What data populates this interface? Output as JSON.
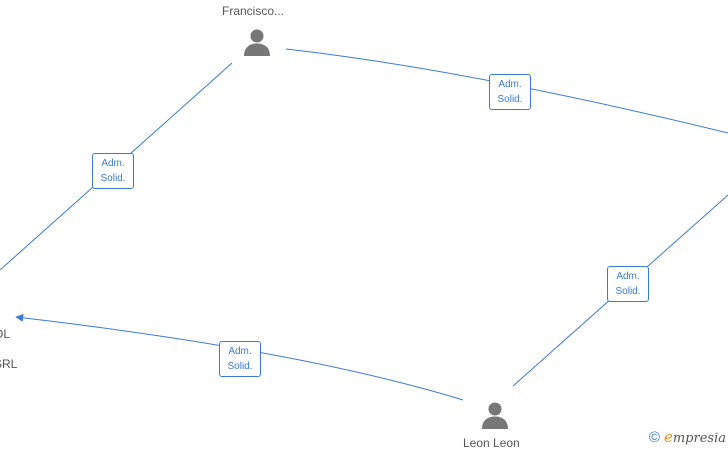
{
  "nodes": {
    "francisco": {
      "label": "Francisco...",
      "kind": "person"
    },
    "leon": {
      "label": "Leon Leon",
      "kind": "person"
    },
    "company_left": {
      "label_line1": "OL",
      "label_line2": "SRL",
      "kind": "company"
    }
  },
  "edges": [
    {
      "from": "francisco",
      "to": "company_left",
      "label_line1": "Adm.",
      "label_line2": "Solid."
    },
    {
      "from": "francisco",
      "to": "company_right_offscreen",
      "label_line1": "Adm.",
      "label_line2": "Solid."
    },
    {
      "from": "leon",
      "to": "company_right_offscreen",
      "label_line1": "Adm.",
      "label_line2": "Solid."
    },
    {
      "from": "leon",
      "to": "company_left",
      "label_line1": "Adm.",
      "label_line2": "Solid."
    }
  ],
  "footer": {
    "copyright_symbol": "©",
    "brand_initial": "e",
    "brand_rest": "mpresia"
  },
  "colors": {
    "edge": "#3a7bd5",
    "person_icon": "#777777",
    "brand_accent": "#f08c1c"
  },
  "icons": {
    "person": "person-icon",
    "arrow": "arrowhead-icon"
  }
}
